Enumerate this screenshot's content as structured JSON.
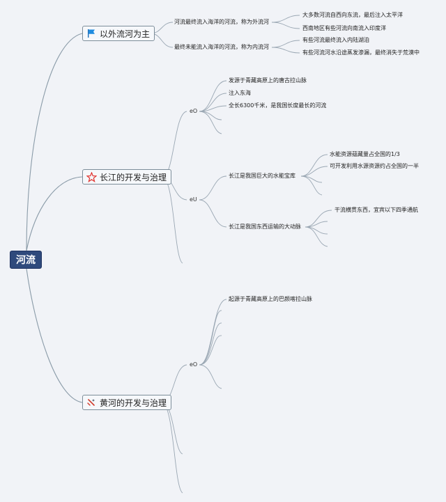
{
  "root": {
    "label": "河流"
  },
  "branches": {
    "outflow": {
      "label": "以外流河为主",
      "icon": "flag-icon",
      "children": {
        "outer_def": "河流最终流入海洋的河流，称为外流河",
        "outer_1": "大多数河流自西向东流，最后注入太平洋",
        "outer_2": "西南地区有些河流向南流入印度洋",
        "inner_def": "最终未能流入海洋的河流，称为内流河",
        "inner_1": "有些河流最终流入内陆湖泊",
        "inner_2": "有些河流河水沿途蒸发渗漏，最终消失于荒漠中"
      }
    },
    "yangtze": {
      "label": "长江的开发与治理",
      "icon": "star-icon",
      "eo_label": "eO",
      "eo_items": {
        "a": "发源于青藏高原上的唐古拉山脉",
        "b": "注入东海",
        "c": "全长6300千米，是我国长度最长的河流"
      },
      "eu_label": "eU",
      "eu_items": {
        "hydro": "长江是我国巨大的水能宝库",
        "hydro_1": "水能资源蕴藏量占全国的1/3",
        "hydro_2": "可开发利用水源资源约占全国的一半",
        "transport": "长江是我国东西运输的大动脉",
        "transport_1": "干流横贯东西，宜宾以下四季通航"
      }
    },
    "yellow": {
      "label": "黄河的开发与治理",
      "icon": "tools-icon",
      "eo_label": "eO",
      "eo_items": {
        "a": "起源于青藏高原上的巴颜喀拉山脉"
      }
    }
  }
}
